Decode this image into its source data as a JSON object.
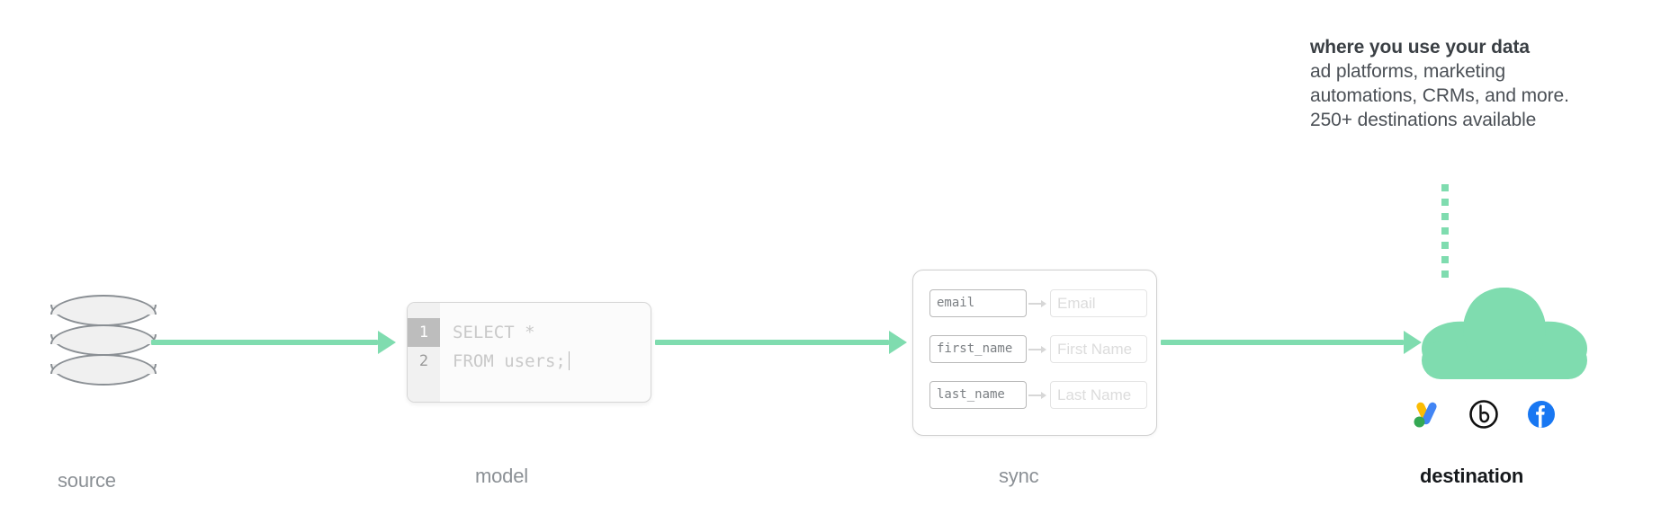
{
  "callout": {
    "title": "where you use your data",
    "lines": [
      "ad platforms, marketing",
      "automations, CRMs, and more.",
      "250+ destinations available"
    ]
  },
  "steps": [
    {
      "key": "source",
      "label": "source",
      "active": false
    },
    {
      "key": "model",
      "label": "model",
      "active": false
    },
    {
      "key": "sync",
      "label": "sync",
      "active": false
    },
    {
      "key": "destination",
      "label": "destination",
      "active": true
    }
  ],
  "model": {
    "editor": {
      "lines": [
        {
          "number": "1",
          "text": "SELECT *",
          "active": true
        },
        {
          "number": "2",
          "text": "FROM users;",
          "active": false
        }
      ]
    }
  },
  "sync": {
    "mappings": [
      {
        "source_field": "email",
        "destination_field": "Email"
      },
      {
        "source_field": "first_name",
        "destination_field": "First Name"
      },
      {
        "source_field": "last_name",
        "destination_field": "Last Name"
      }
    ]
  },
  "destination": {
    "cloud_icon": "cloud-icon",
    "integrations": [
      {
        "name": "google-ads-logo",
        "label": "Google Ads"
      },
      {
        "name": "braze-logo",
        "label": "Braze"
      },
      {
        "name": "facebook-logo",
        "label": "Facebook"
      }
    ],
    "dot_count": 7
  },
  "connectors": [
    {
      "from": "source",
      "to": "model"
    },
    {
      "from": "model",
      "to": "sync"
    },
    {
      "from": "sync",
      "to": "destination"
    }
  ],
  "colors": {
    "accent_green": "#7fdcaf",
    "label_gray": "#8b9095",
    "label_active": "#16191c",
    "google_blue": "#4285F4",
    "google_yellow": "#FBBC04",
    "google_green": "#34A853",
    "facebook_blue": "#1877F2",
    "braze_black": "#101010"
  }
}
